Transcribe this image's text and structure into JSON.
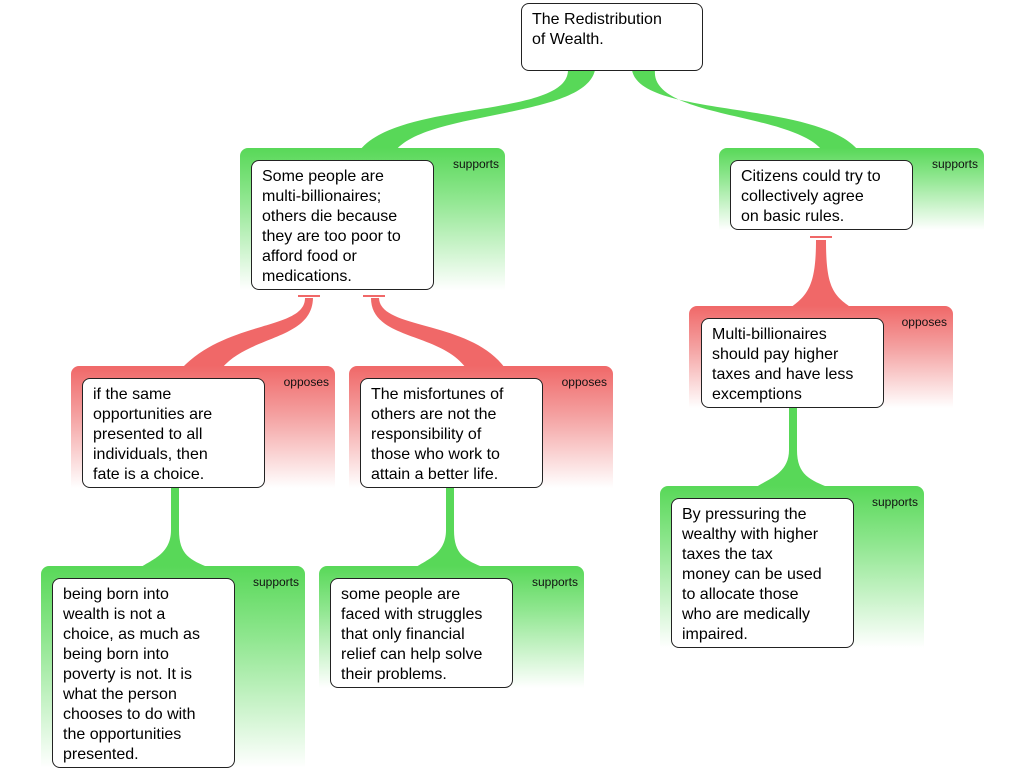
{
  "colors": {
    "supports": "#58d858",
    "opposes": "#f06868"
  },
  "root": {
    "text": "The Redistribution\nof Wealth."
  },
  "nodes": {
    "n1": {
      "relation": "supports",
      "text": "Some people are\nmulti-billionaires;\nothers die because\nthey are too poor to\nafford food or\nmedications."
    },
    "n2": {
      "relation": "supports",
      "text": "Citizens could try to\ncollectively agree\non basic rules."
    },
    "n11": {
      "relation": "opposes",
      "text": "if the same\nopportunities are\npresented to all\nindividuals, then\nfate is a choice."
    },
    "n12": {
      "relation": "opposes",
      "text": "The misfortunes of\nothers are not the\nresponsibility of\nthose who work to\nattain a better life."
    },
    "n21": {
      "relation": "opposes",
      "text": "Multi-billionaires\nshould pay higher\ntaxes and have less\nexcemptions"
    },
    "n111": {
      "relation": "supports",
      "text": "being born into\nwealth is not a\nchoice, as much as\nbeing born into\npoverty is not. It is\nwhat the person\nchooses to do with\nthe opportunities\npresented."
    },
    "n121": {
      "relation": "supports",
      "text": "some people are\nfaced with struggles\nthat only financial\nrelief can help solve\ntheir problems."
    },
    "n211": {
      "relation": "supports",
      "text": "By pressuring the\nwealthy with higher\ntaxes the tax\nmoney can be used\nto allocate those\nwho are medically\nimpaired."
    }
  }
}
